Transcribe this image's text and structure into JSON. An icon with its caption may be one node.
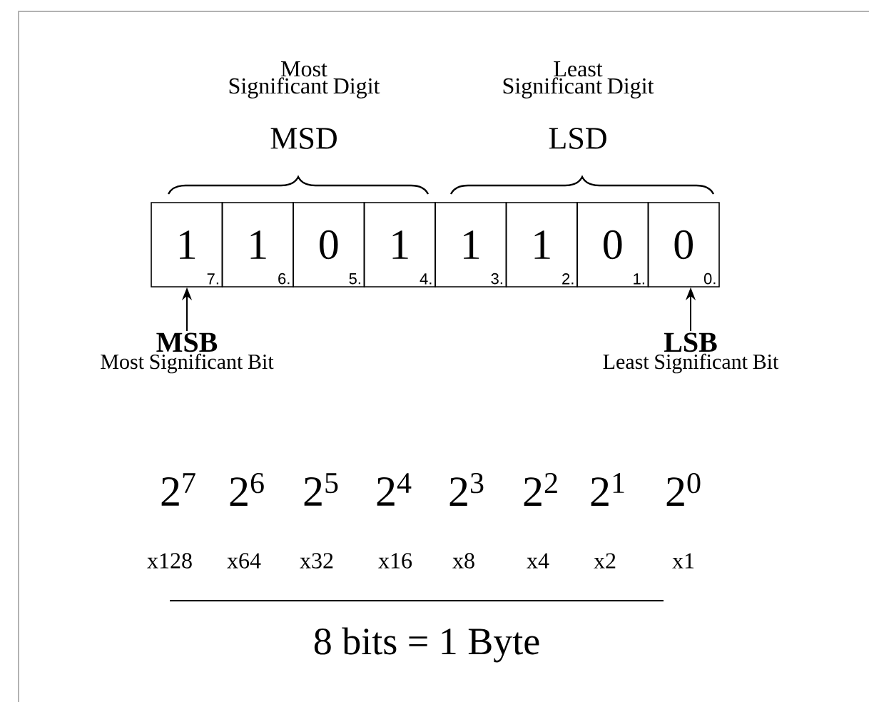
{
  "diagram": {
    "nodes": [
      {
        "text": [
          "1",
          "7."
        ]
      },
      {
        "text": [
          "1",
          "6."
        ]
      },
      {
        "text": [
          "0",
          "5."
        ]
      },
      {
        "text": [
          "1",
          "4."
        ]
      },
      {
        "text": [
          "1",
          "3."
        ]
      },
      {
        "text": [
          "1",
          "2."
        ]
      },
      {
        "text": [
          "0",
          "1."
        ]
      },
      {
        "text": [
          "0",
          "0."
        ]
      },
      {
        "text": [
          "MSB",
          "Most Significant Bit"
        ]
      },
      {
        "text": [
          "LSB",
          "Least Significant Bit"
        ]
      }
    ],
    "edges": [
      {
        "from": 8,
        "to": 0,
        "arrow": "to"
      },
      {
        "from": 9,
        "to": 7,
        "arrow": "to"
      }
    ],
    "labels": [
      "Most Significant Digit",
      "MSD",
      "Least Significant Digit",
      "LSD",
      "2$^{7}$",
      "2$^{6}$",
      "2$^{5}$",
      "2$^{4}$",
      "2$^{3}$",
      "2$^{2}$",
      "2$^{1}$",
      "2$^{0}$",
      "x128",
      "x64",
      "x32",
      "x16",
      "x8",
      "x4",
      "x2",
      "x1",
      "8 bits = 1 Byte"
    ]
  }
}
